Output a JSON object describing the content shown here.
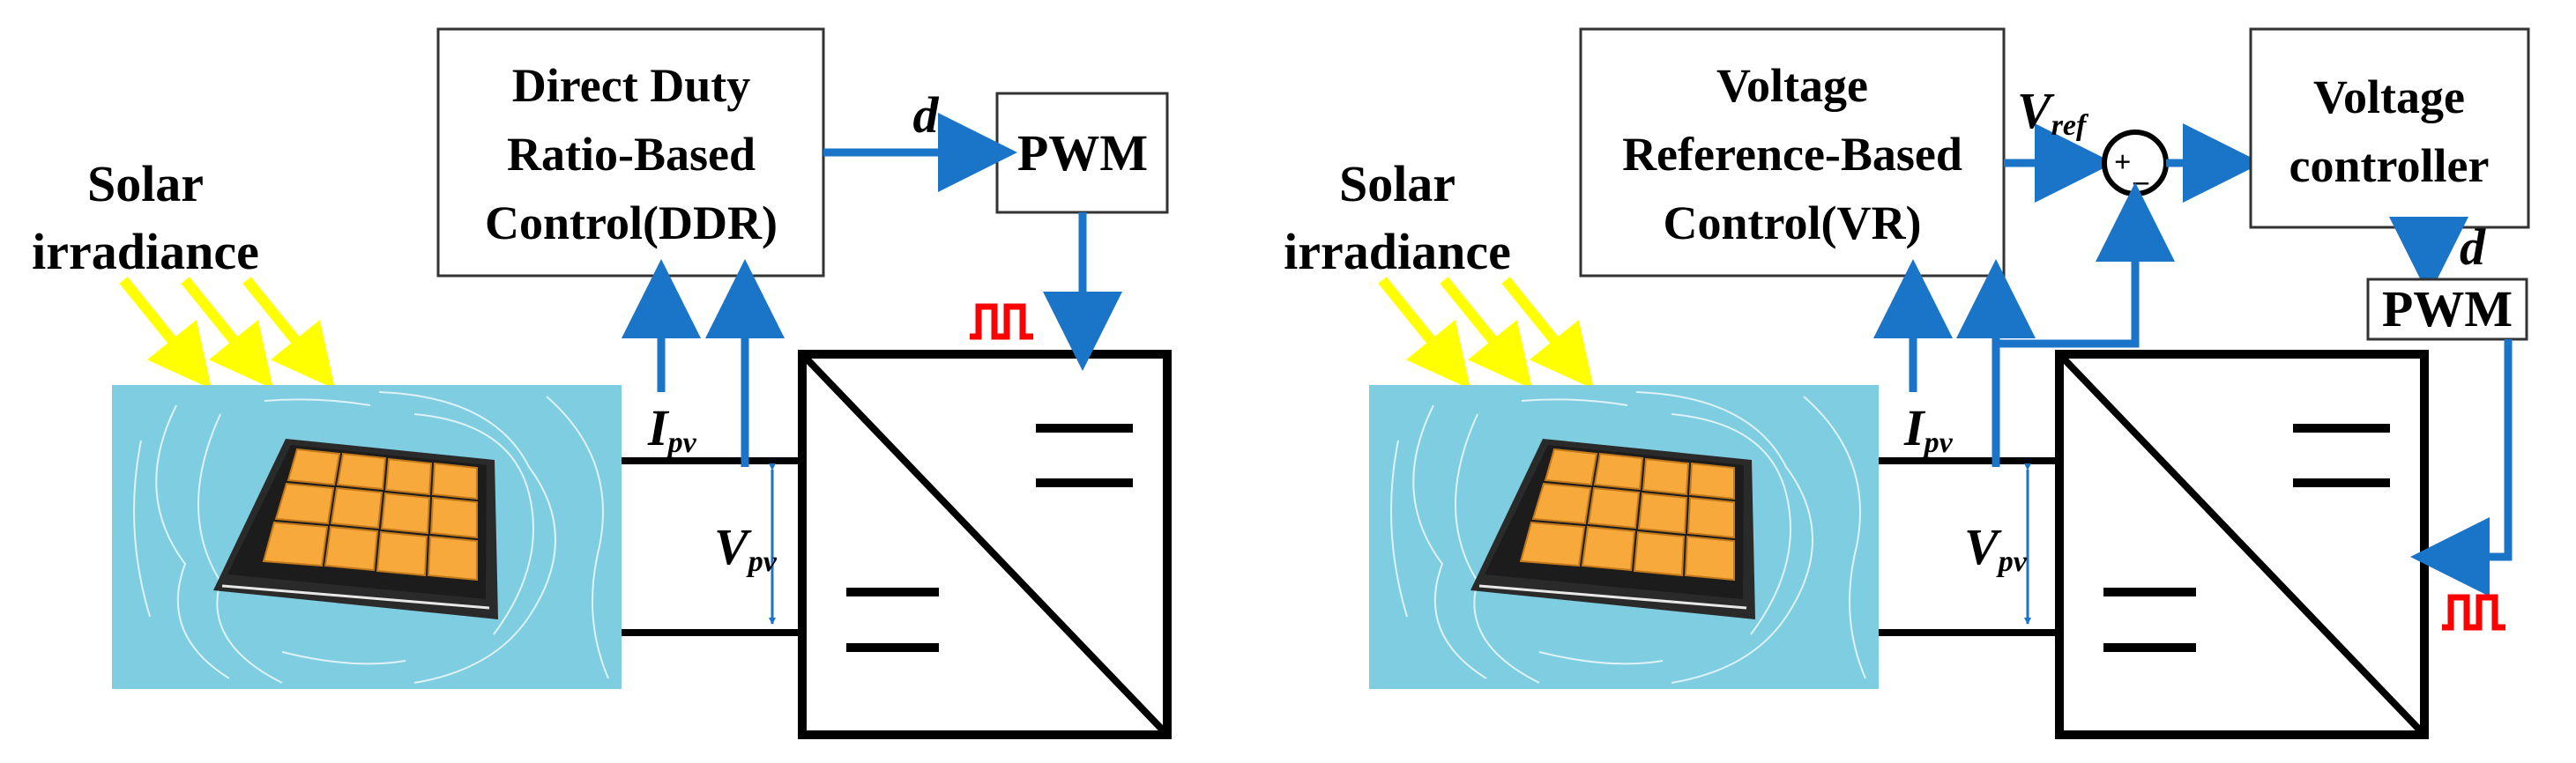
{
  "colors": {
    "arrow": "#1a75c9",
    "sun_arrow": "#ffff00",
    "pulse": "#ff0000",
    "panel_bg": "#7ecde0",
    "cell": "#f7a93b",
    "frame": "#2a2a2a",
    "wire": "#000000"
  },
  "left": {
    "solar_label": [
      "Solar",
      "irradiance"
    ],
    "ddr_box": [
      "Direct Duty",
      "Ratio-Based",
      "Control(DDR)"
    ],
    "pwm_label": "PWM",
    "d_label": "d",
    "ipv_main": "I",
    "ipv_sub": "pv",
    "vpv_main": "V",
    "vpv_sub": "pv"
  },
  "right": {
    "solar_label": [
      "Solar",
      "irradiance"
    ],
    "vr_box": [
      "Voltage",
      "Reference-Based",
      "Control(VR)"
    ],
    "vref_main": "V",
    "vref_sub": "ref",
    "sum_plus": "+",
    "sum_minus": "_",
    "vc_box": [
      "Voltage",
      "controller"
    ],
    "d_label": "d",
    "pwm_label": "PWM",
    "ipv_main": "I",
    "ipv_sub": "pv",
    "vpv_main": "V",
    "vpv_sub": "pv"
  },
  "icons": [
    "solar-panel-icon",
    "sun-ray-icon",
    "pulse-train-icon",
    "dc-dc-converter-icon",
    "summing-junction-icon"
  ]
}
